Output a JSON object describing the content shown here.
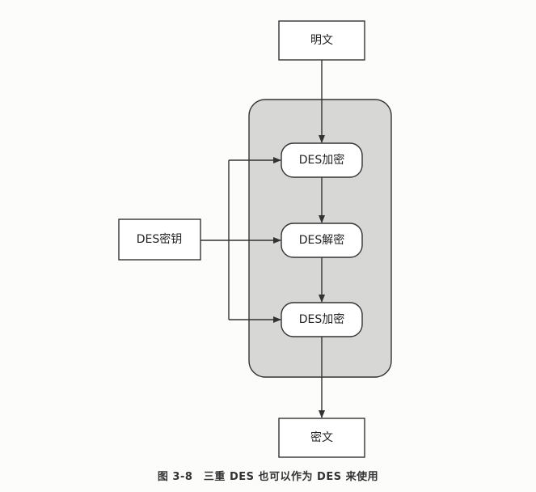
{
  "diagram": {
    "nodes": {
      "plaintext": "明文",
      "key": "DES密钥",
      "encrypt1": "DES加密",
      "decrypt": "DES解密",
      "encrypt2": "DES加密",
      "ciphertext": "密文"
    }
  },
  "caption": "图 3-8　三重 DES 也可以作为 DES 来使用",
  "colors": {
    "group_fill": "#d7d7d5",
    "stroke": "#333333",
    "node_fill": "#ffffff"
  }
}
